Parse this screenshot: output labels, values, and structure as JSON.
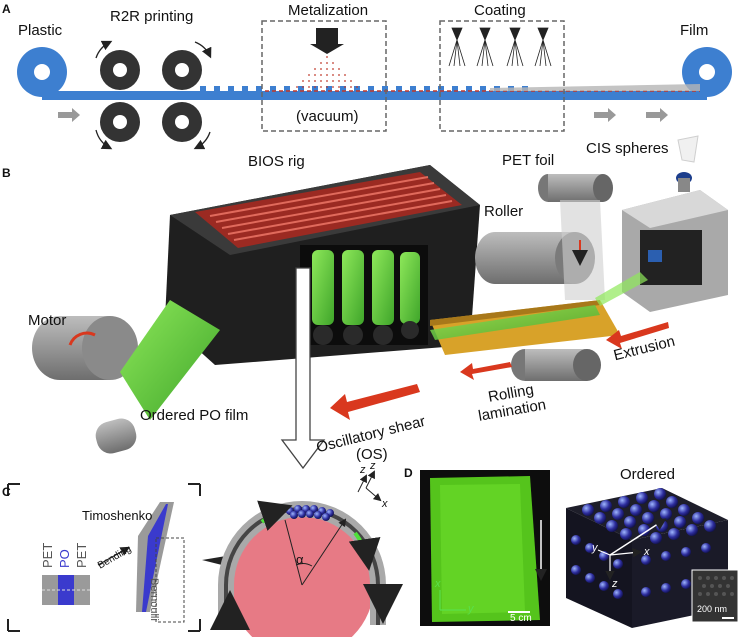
{
  "panel_a": {
    "letter": "A",
    "plastic": "Plastic",
    "r2r": "R2R printing",
    "metalization": "Metalization",
    "vacuum": "(vacuum)",
    "coating": "Coating",
    "film": "Film"
  },
  "panel_b": {
    "letter": "B",
    "bios_rig": "BIOS rig",
    "pet_foil": "PET foil",
    "cis_spheres": "CIS spheres",
    "roller": "Roller",
    "motor": "Motor",
    "extrusion": "Extrusion",
    "rolling_1": "Rolling",
    "rolling_2": "lamination",
    "ordered_po_film": "Ordered PO film",
    "os_1": "Oscillatory shear",
    "os_2": "(OS)"
  },
  "panel_c": {
    "letter": "C",
    "timoshenko": "Timoshenko",
    "pet_top": "PET",
    "po": "PO",
    "pet_bottom": "PET",
    "bending": "Bending",
    "bernoulli": "Bernoulli",
    "alpha": "α",
    "axis_z1": "z",
    "axis_z2": "z",
    "axis_x": "x"
  },
  "panel_d": {
    "letter": "D",
    "ordered": "Ordered",
    "axis_x": "x",
    "axis_y": "y",
    "scale_left": "5 cm",
    "axis_y3": "y",
    "axis_x3": "x",
    "axis_z3": "z",
    "scale_inset": "200 nm"
  },
  "colors": {
    "plastic_blue": "#3d7fd0",
    "roller_dark": "#333333",
    "film_green": "#6ad13a",
    "heat_red": "#c0392b",
    "drum_pink": "#e77a85",
    "sphere_blue": "#3a3ab8",
    "arrow_red": "#d9381e"
  }
}
